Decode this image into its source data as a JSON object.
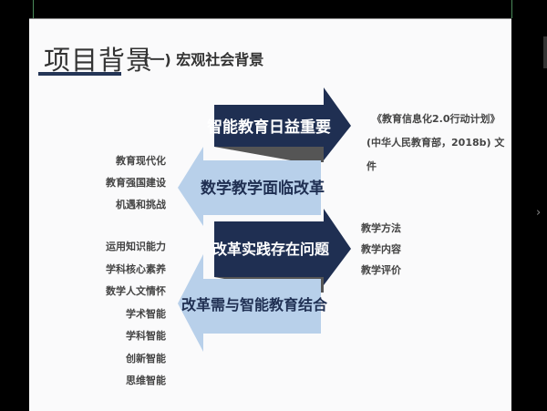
{
  "slide": {
    "title": "项目背景",
    "subtitle": "(一) 宏观社会背景",
    "arrows": [
      {
        "label": "智能教育日益重要",
        "direction": "right",
        "color": "#1f2f52"
      },
      {
        "label": "数学教学面临改革",
        "direction": "left",
        "color": "#b8d0ea"
      },
      {
        "label": "改革实践存在问题",
        "direction": "right",
        "color": "#1f2f52"
      },
      {
        "label": "改革需与智能教育结合",
        "direction": "left",
        "color": "#b8d0ea"
      }
    ],
    "right_notes_1": [
      "《教育信息化2.0行动计划》",
      "(中华人民教育部，2018b) 文件"
    ],
    "right_notes_2": [
      "教学方法",
      "教学内容",
      "教学评价"
    ],
    "left_notes_1": [
      "教育现代化",
      "教育强国建设",
      "机遇和挑战"
    ],
    "left_notes_2": [
      "运用知识能力",
      "学科核心素养",
      "数学人文情怀",
      "学术智能",
      "学科智能",
      "创新智能",
      "思维智能"
    ]
  },
  "viewer": {
    "next_icon": "›"
  }
}
